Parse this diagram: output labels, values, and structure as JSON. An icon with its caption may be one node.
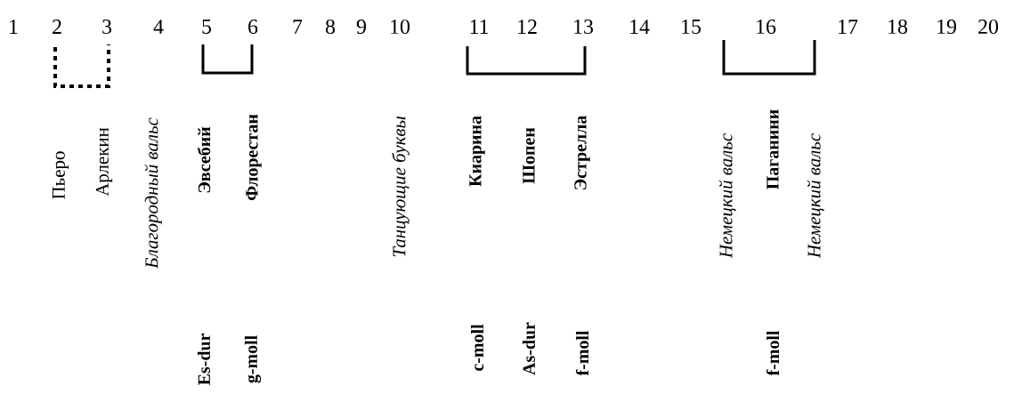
{
  "diagram": {
    "labels": [
      "1",
      "2",
      "3",
      "4",
      "5",
      "6",
      "7",
      "8",
      "9",
      "10",
      "11",
      "12",
      "13",
      "14",
      "15",
      "16",
      "17",
      "18",
      "19",
      "20",
      "Пьеро",
      "Арлекин",
      "Благородный вальс",
      "Эвсебий",
      "Es-dur",
      "Флорестан",
      "g-moll",
      "Танцующие буквы",
      "Киарина",
      "c-moll",
      "Шопен",
      "As-dur",
      "Эстрелла",
      "f-moll",
      "Немецкий вальс",
      "Паганини",
      "f-moll",
      "Немецкий вальс"
    ]
  }
}
